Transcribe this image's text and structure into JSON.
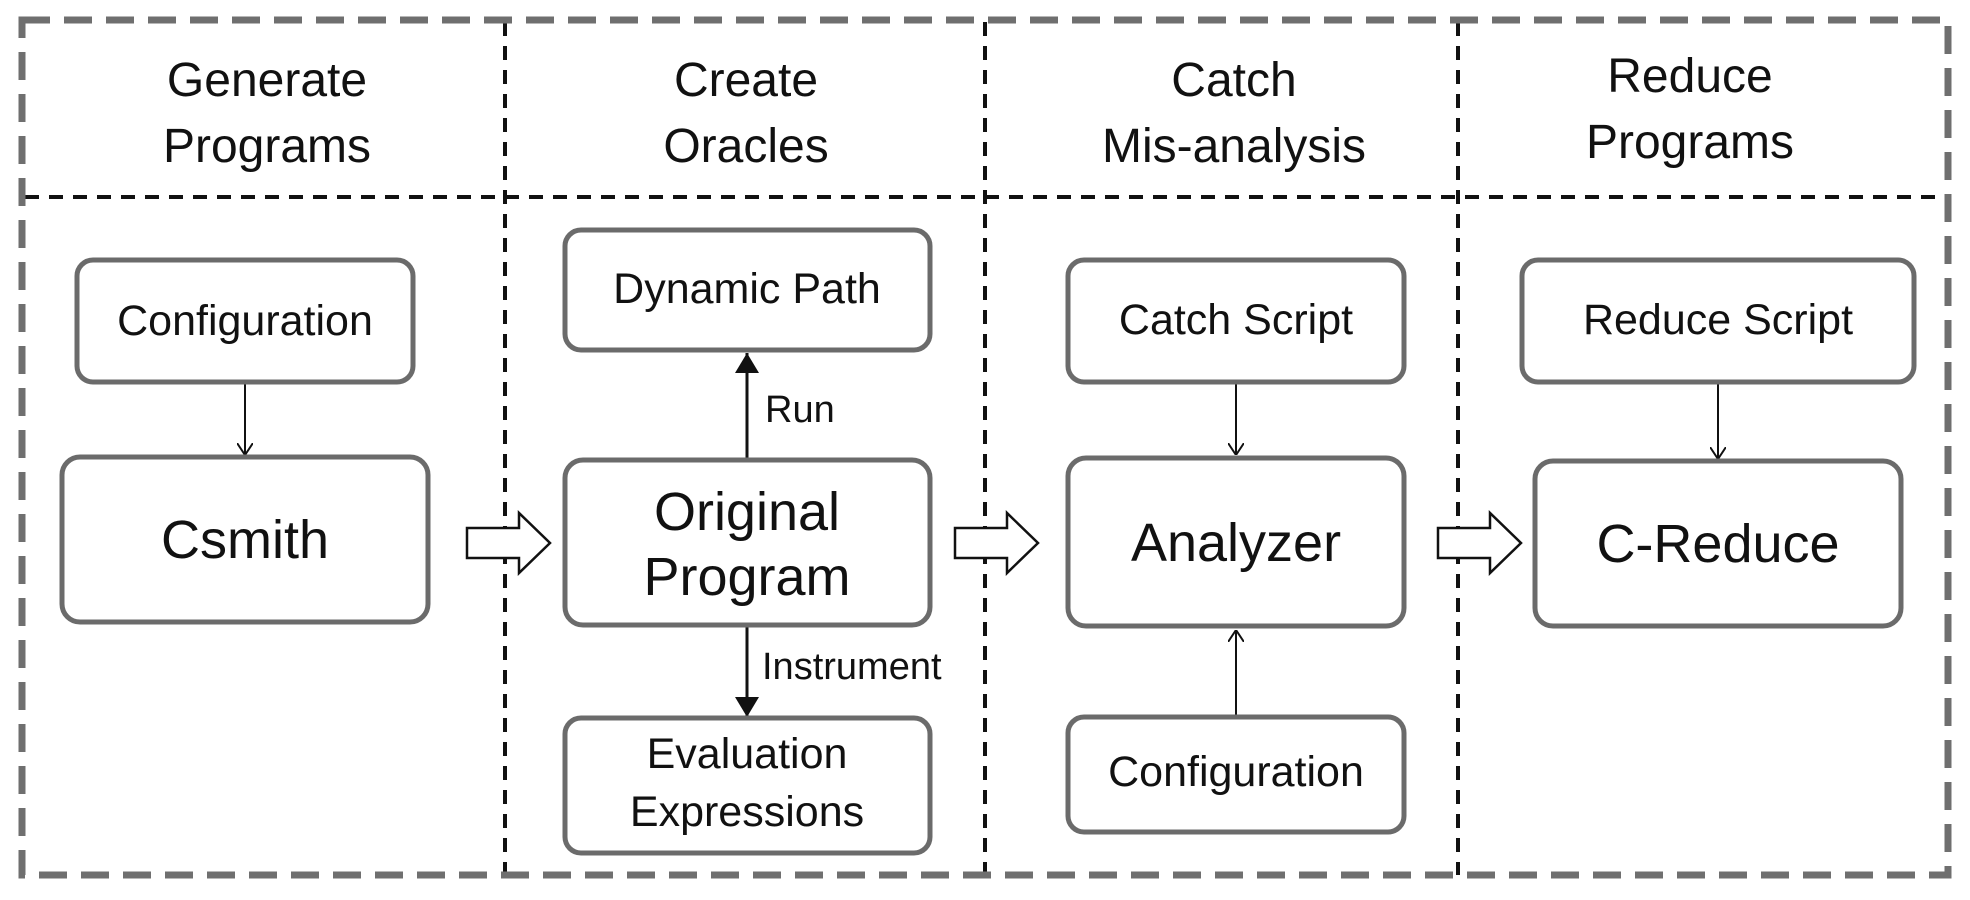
{
  "stages": [
    {
      "id": "generate",
      "title_lines": [
        "Generate",
        "Programs"
      ]
    },
    {
      "id": "oracles",
      "title_lines": [
        "Create",
        "Oracles"
      ]
    },
    {
      "id": "catch",
      "title_lines": [
        "Catch",
        "Mis-analysis"
      ]
    },
    {
      "id": "reduce",
      "title_lines": [
        "Reduce",
        "Programs"
      ]
    }
  ],
  "nodes": {
    "gen_config": {
      "lines": [
        "Configuration"
      ]
    },
    "csmith": {
      "lines": [
        "Csmith"
      ]
    },
    "dynamic_path": {
      "lines": [
        "Dynamic Path"
      ]
    },
    "original_program": {
      "lines": [
        "Original",
        "Program"
      ]
    },
    "evaluation": {
      "lines": [
        "Evaluation",
        "Expressions"
      ]
    },
    "catch_script": {
      "lines": [
        "Catch Script"
      ]
    },
    "analyzer": {
      "lines": [
        "Analyzer"
      ]
    },
    "catch_config": {
      "lines": [
        "Configuration"
      ]
    },
    "reduce_script": {
      "lines": [
        "Reduce Script"
      ]
    },
    "creduce": {
      "lines": [
        "C-Reduce"
      ]
    }
  },
  "edges": [
    {
      "from": "gen_config",
      "to": "csmith",
      "label": ""
    },
    {
      "from": "original_program",
      "to": "dynamic_path",
      "label": "Run"
    },
    {
      "from": "original_program",
      "to": "evaluation",
      "label": "Instrument"
    },
    {
      "from": "catch_script",
      "to": "analyzer",
      "label": ""
    },
    {
      "from": "catch_config",
      "to": "analyzer",
      "label": ""
    },
    {
      "from": "reduce_script",
      "to": "creduce",
      "label": ""
    }
  ],
  "flow": [
    {
      "from": "generate",
      "to": "oracles"
    },
    {
      "from": "oracles",
      "to": "catch"
    },
    {
      "from": "catch",
      "to": "reduce"
    }
  ]
}
